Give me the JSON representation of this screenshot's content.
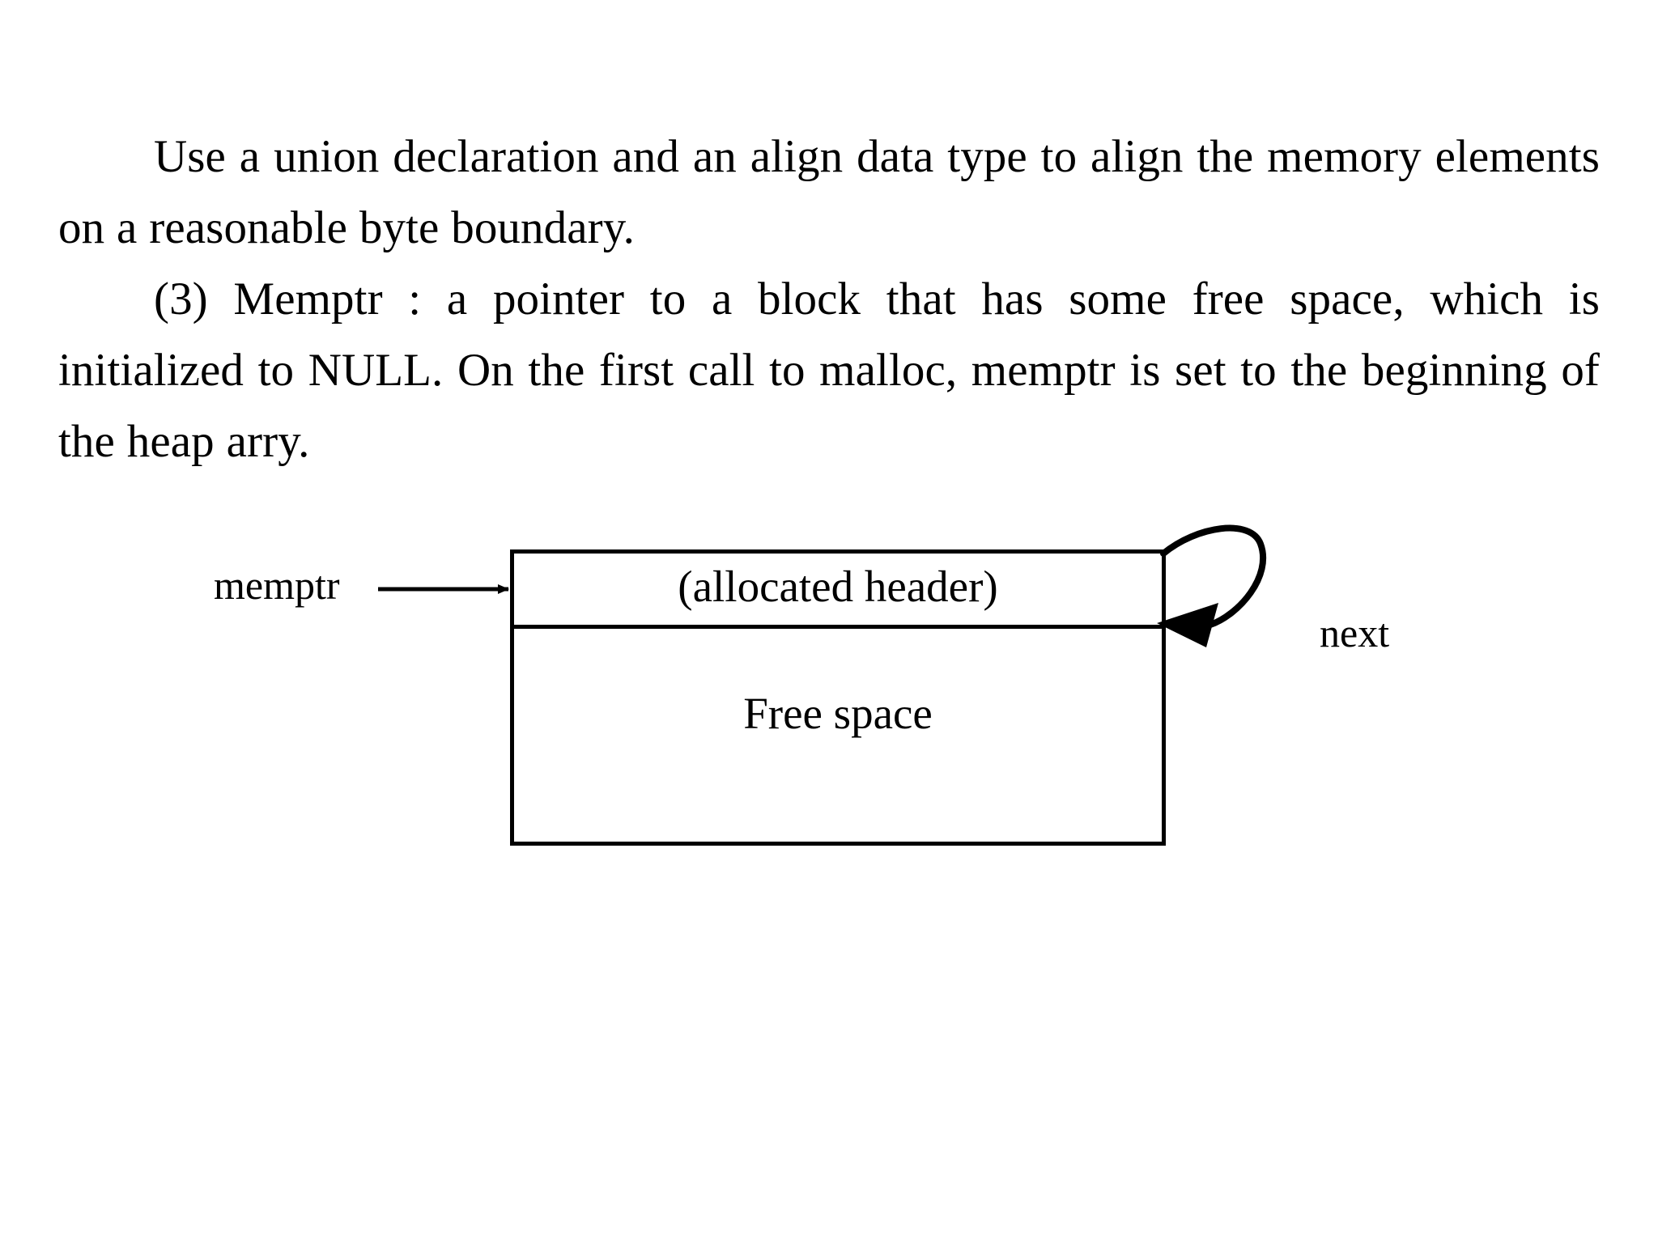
{
  "slide": {
    "background_color": "#ffffff",
    "text_color": "#000000"
  },
  "body_text": {
    "paragraph_1": "Use a union declaration and an align data type to align the memory elements on a reasonable byte boundary.",
    "paragraph_2": "(3) Memptr : a pointer to a block that has some free space, which is initialized to NULL. On the first call to malloc, memptr is set to the beginning of the heap arry."
  },
  "diagram": {
    "block": {
      "header_cell_label": "(allocated header)",
      "free_cell_label": "Free space",
      "border_color": "#000000",
      "fill_color": "#ffffff"
    },
    "annotations": {
      "pointer_label": "memptr",
      "self_loop_label": "next"
    }
  }
}
